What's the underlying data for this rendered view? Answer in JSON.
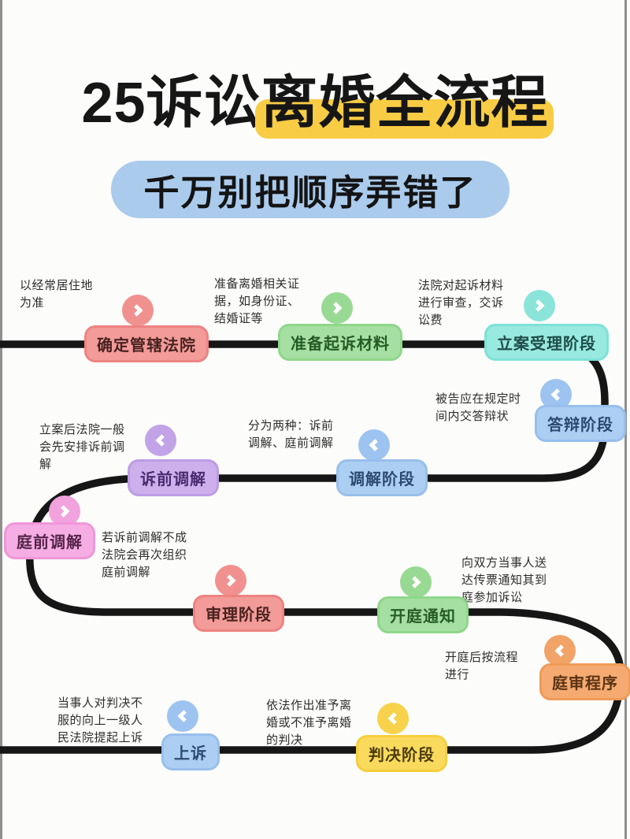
{
  "header": {
    "title_prefix": "25诉讼",
    "title_highlight": "离婚全流程",
    "subtitle": "千万别把顺序弄错了",
    "highlight_color": "#F8CC44",
    "subtitle_bg": "#AACBEC"
  },
  "flow": {
    "path_color": "#161616",
    "steps": [
      {
        "label": "确定管辖法院",
        "note": "以经常居住地\n为准",
        "direction": "right",
        "bg": "#F29B98",
        "text": "#47221F"
      },
      {
        "label": "准备起诉材料",
        "note": "准备离婚相关证\n据，如身份证、\n结婚证等",
        "direction": "right",
        "bg": "#A6DFA2",
        "text": "#265B26"
      },
      {
        "label": "立案受理阶段",
        "note": "法院对起诉材料\n进行审查，交诉\n讼费",
        "direction": "right",
        "bg": "#98E9DF",
        "text": "#1E4D49"
      },
      {
        "label": "答辩阶段",
        "note": "被告应在规定时\n间内交答辩状",
        "direction": "left",
        "bg": "#ACCEF2",
        "text": "#2C4B71"
      },
      {
        "label": "调解阶段",
        "note": "分为两种：诉前\n调解、庭前调解",
        "direction": "left",
        "bg": "#ACCEF2",
        "text": "#2C4B71"
      },
      {
        "label": "诉前调解",
        "note": "立案后法院一般\n会先安排诉前调\n解",
        "direction": "left",
        "bg": "#CCAFEB",
        "text": "#4B2B71"
      },
      {
        "label": "庭前调解",
        "note": "若诉前调解不成\n法院会再次组织\n庭前调解",
        "direction": "right",
        "bg": "#F5ADE3",
        "text": "#55254B"
      },
      {
        "label": "审理阶段",
        "note": null,
        "direction": "right",
        "bg": "#F29B98",
        "text": "#47221F"
      },
      {
        "label": "开庭通知",
        "note": "向双方当事人送\n达传票通知其到\n庭参加诉讼",
        "direction": "right",
        "bg": "#A6DFA2",
        "text": "#265B26"
      },
      {
        "label": "庭审程序",
        "note": "开庭后按流程\n进行",
        "direction": "left",
        "bg": "#F4AA70",
        "text": "#5C3414"
      },
      {
        "label": "判决阶段",
        "note": "依法作出准予离\n婚或不准予离婚\n的判决",
        "direction": "left",
        "bg": "#F9DA5D",
        "text": "#4C3C0E"
      },
      {
        "label": "上诉",
        "note": "当事人对判决不\n服的向上一级人\n民法院提起上诉",
        "direction": "left",
        "bg": "#ACCEF2",
        "text": "#2C4B71"
      }
    ]
  }
}
